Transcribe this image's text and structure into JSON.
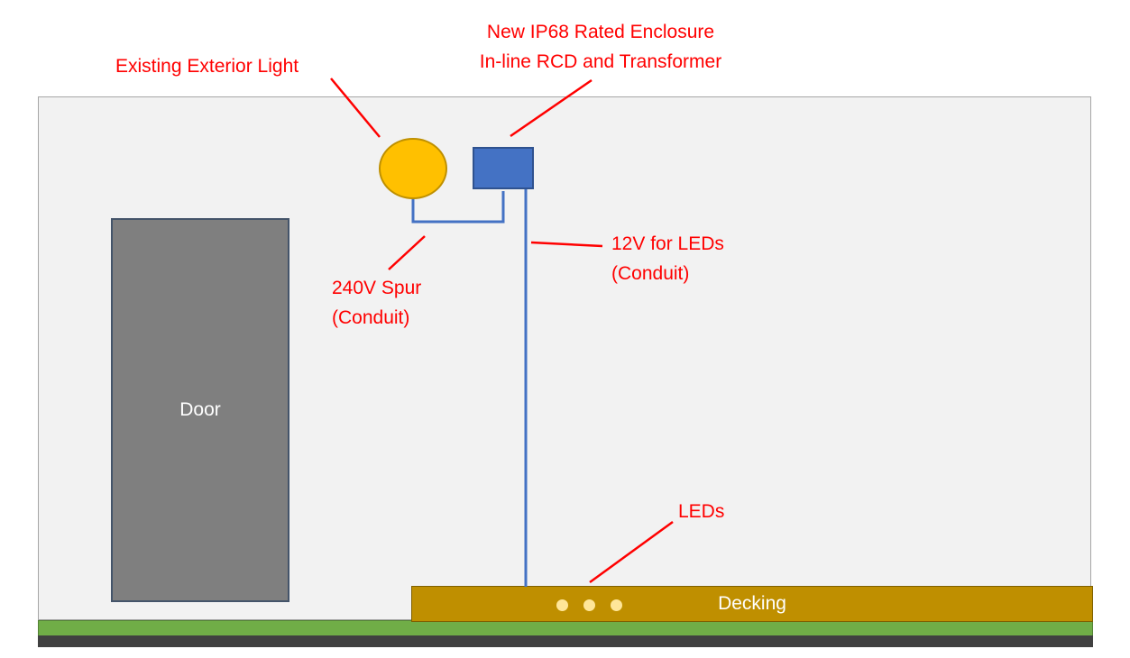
{
  "annotations": {
    "existing_light": "Existing Exterior Light",
    "enclosure_line1": "New IP68 Rated Enclosure",
    "enclosure_line2": "In-line RCD and Transformer",
    "spur_line1": "240V Spur",
    "spur_line2": "(Conduit)",
    "led_feed_line1": "12V for LEDs",
    "led_feed_line2": "(Conduit)",
    "leds": "LEDs"
  },
  "shapes": {
    "door_label": "Door",
    "decking_label": "Decking",
    "led_count": 3
  },
  "colors": {
    "annotation_red": "#ff0000",
    "wall_fill": "#f2f2f2",
    "wall_border": "#a6a6a6",
    "grass_green": "#70ad47",
    "path_dark": "#404040",
    "door_fill": "#7f7f7f",
    "door_border": "#44546a",
    "light_fill": "#ffc000",
    "light_border": "#bf9000",
    "enclosure_fill": "#4472c4",
    "enclosure_border": "#2f528f",
    "conduit_blue": "#4472c4",
    "decking_fill": "#bf8f00",
    "led_fill": "#ffe699",
    "text_white": "#ffffff"
  }
}
